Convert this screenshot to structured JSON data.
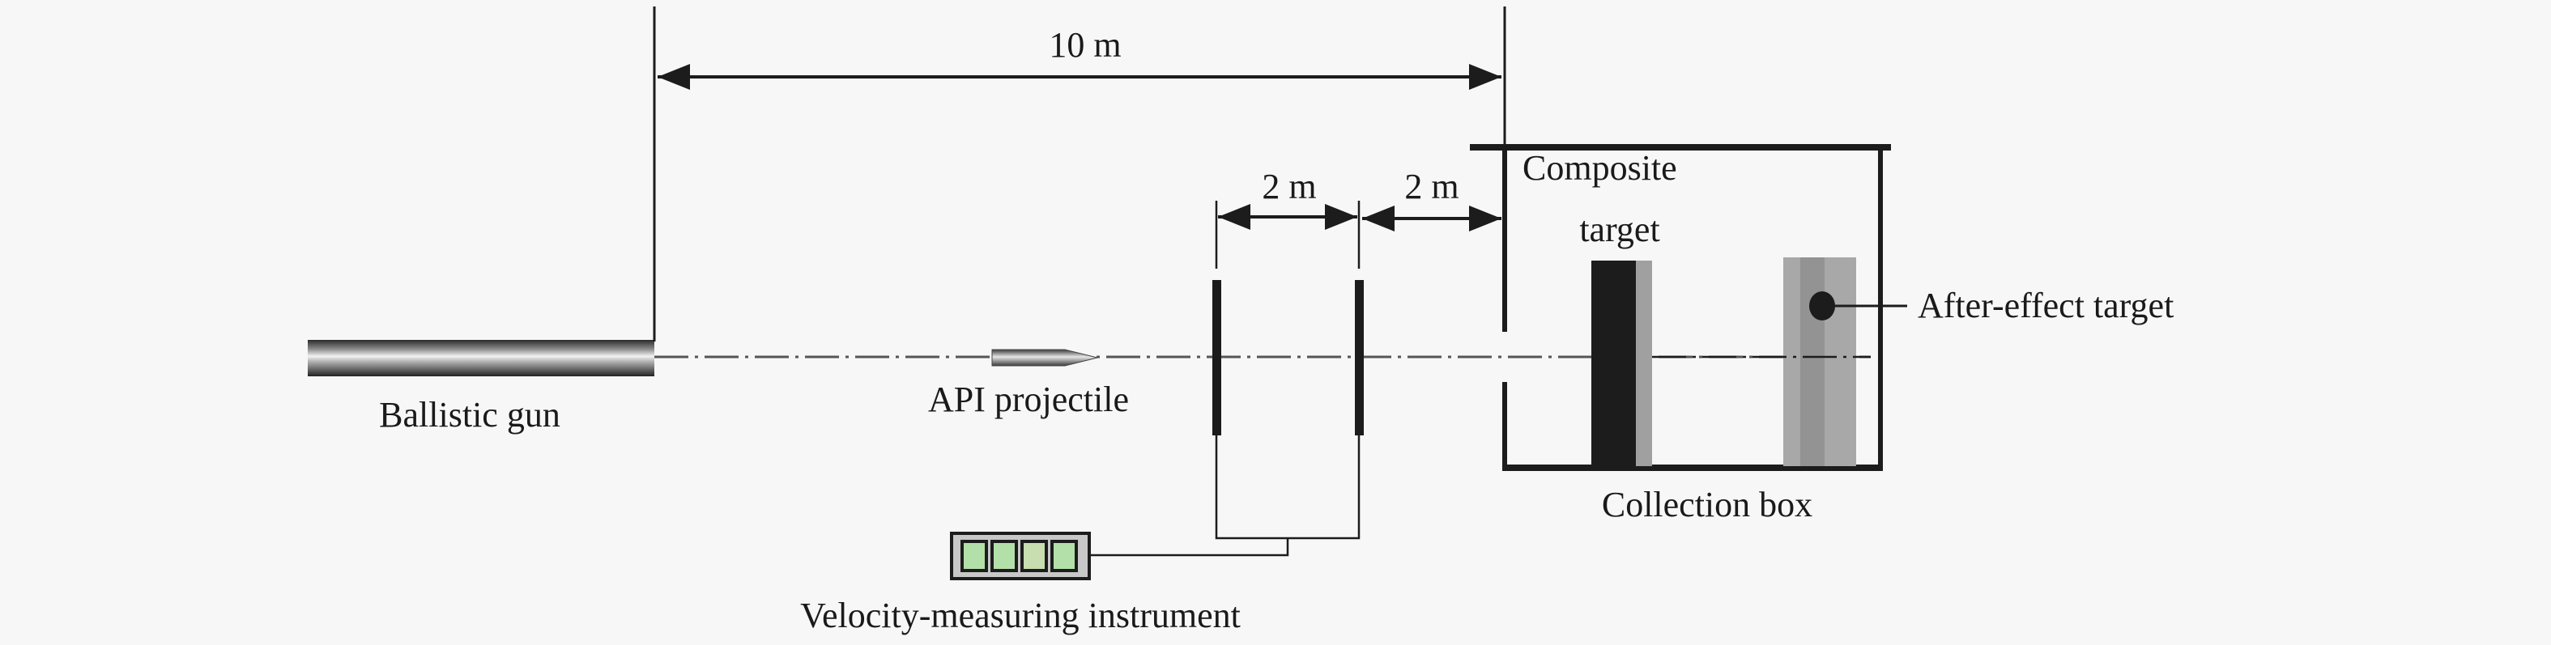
{
  "diagram": {
    "title": "Experimental setup for API projectile penetration test",
    "labels": {
      "gun": "Ballistic gun",
      "projectile": "API projectile",
      "instrument": "Velocity-measuring instrument",
      "composite_line1": "Composite",
      "composite_line2": "target",
      "after_effect": "After-effect target",
      "collection_box": "Collection box"
    },
    "dimensions": {
      "gun_to_box": "10 m",
      "between_screens": "2 m",
      "screen_to_box": "2 m"
    },
    "colors": {
      "background": "#f7f7f7",
      "ink": "#1c1c1c",
      "gray_target": "#a6a6a6",
      "gray_target_dark": "#8f8f8f",
      "display_green": "#b3e0a8"
    }
  }
}
